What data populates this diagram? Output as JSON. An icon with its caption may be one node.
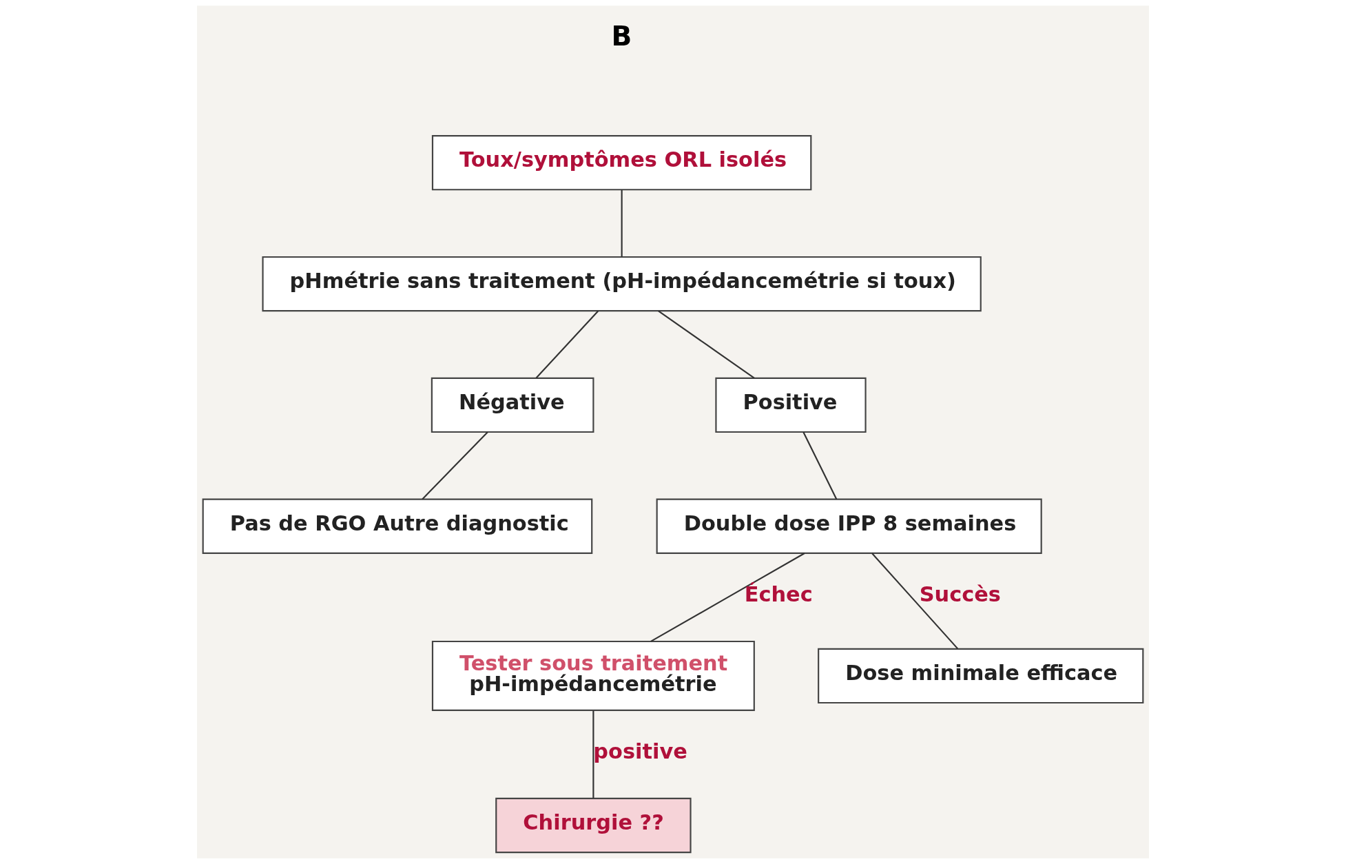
{
  "diagram": {
    "nodes": [
      {
        "text": [
          "Toux/symptômes ORL isolés"
        ]
      },
      {
        "text": [
          "pHmétrie sans traitement (pH-impédancemétrie si toux)"
        ]
      },
      {
        "text": [
          "Négative"
        ]
      },
      {
        "text": [
          "Positive"
        ]
      },
      {
        "text": [
          "Pas de RGO Autre diagnostic"
        ]
      },
      {
        "text": [
          "Double dose IPP 8 semaines"
        ]
      },
      {
        "text": [
          "Tester sous traitement",
          "pH-impédancemétrie"
        ]
      },
      {
        "text": [
          "Dose minimale efficace"
        ]
      },
      {
        "text": [
          "Chirurgie ??"
        ]
      }
    ],
    "edges": [
      {
        "from": 0,
        "to": 1,
        "arrow": "none"
      },
      {
        "from": 1,
        "to": 2,
        "arrow": "none"
      },
      {
        "from": 1,
        "to": 3,
        "arrow": "none"
      },
      {
        "from": 2,
        "to": 4,
        "arrow": "none"
      },
      {
        "from": 3,
        "to": 5,
        "arrow": "none"
      },
      {
        "from": 5,
        "to": 6,
        "arrow": "none",
        "label": "Échec"
      },
      {
        "from": 5,
        "to": 7,
        "arrow": "none",
        "label": "Succès"
      },
      {
        "from": 6,
        "to": 8,
        "arrow": "none",
        "label": "positive"
      }
    ],
    "labels": [
      "B"
    ]
  }
}
